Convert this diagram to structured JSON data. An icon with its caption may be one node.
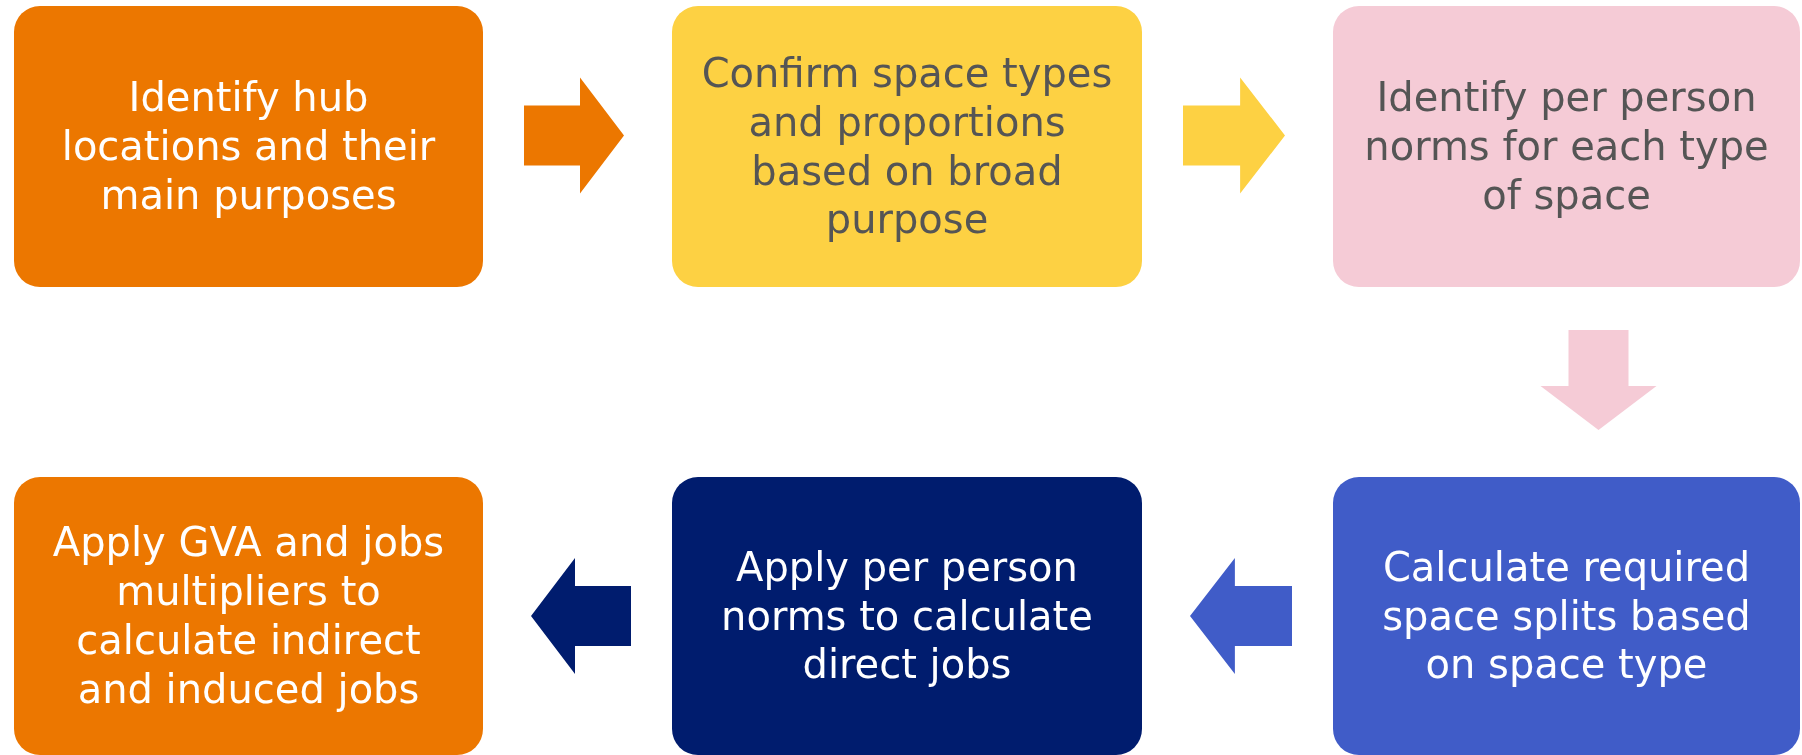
{
  "diagram": {
    "nodes": [
      {
        "text": [
          "Identify hub locations and their main purposes"
        ]
      },
      {
        "text": [
          "Confirm space types and proportions based on broad purpose"
        ]
      },
      {
        "text": [
          "Identify per person norms for each type of space"
        ]
      },
      {
        "text": [
          "Calculate required space splits based on space type"
        ]
      },
      {
        "text": [
          "Apply per person norms to calculate direct jobs"
        ]
      },
      {
        "text": [
          "Apply GVA and jobs multipliers to calculate indirect and induced jobs"
        ]
      }
    ],
    "edges": [
      {
        "from": 0,
        "to": 1,
        "arrow": "to",
        "style": "thick",
        "color": "#ec7700"
      },
      {
        "from": 1,
        "to": 2,
        "arrow": "to",
        "style": "thick",
        "color": "#fdd143"
      },
      {
        "from": 2,
        "to": 3,
        "arrow": "to",
        "style": "thick",
        "color": "#f5cbd6"
      },
      {
        "from": 3,
        "to": 4,
        "arrow": "to",
        "style": "thick",
        "color": "#405cc8"
      },
      {
        "from": 4,
        "to": 5,
        "arrow": "to",
        "style": "thick",
        "color": "#001c6e"
      }
    ]
  }
}
